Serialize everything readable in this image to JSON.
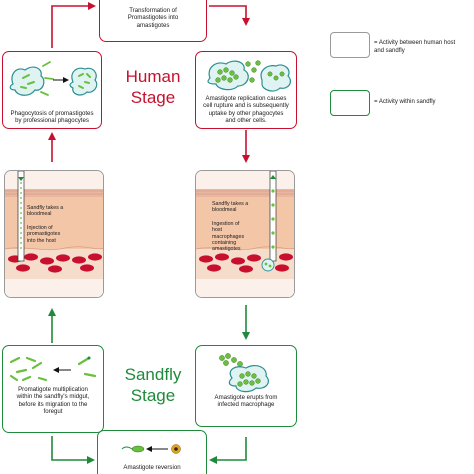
{
  "colors": {
    "human": "#c8102e",
    "sandfly": "#1f8a3b",
    "legend_gray": "#9a9a9a",
    "parasite": "#6abf3e",
    "cell_fill": "#dff3f3",
    "cell_border": "#2c8f8f",
    "skin": "#f3c6a8",
    "blood": "#c8102e"
  },
  "stages": {
    "human": "Human\nStage",
    "sandfly": "Sandfly\nStage"
  },
  "boxes": {
    "transformation": "Transformation of\nPromastigotes into\namastigotes",
    "phagocytosis": "Phagocytosis of promastigotes\nby professional phagocytes",
    "replication": "Amastigote replication causes\ncell rupture and is subsequently\nuptake by other phagocytes\nand other cells.",
    "multiplication": "Promatigote multiplication\nwithin the sandfly's midgut,\nbefore its migration to the\nforegut",
    "erupts": "Amastigote erupts from\ninfected macrophage",
    "reversion": "Amastigote reversion"
  },
  "panels": {
    "left": {
      "bloodmeal": "Sandfly takes a\nbloodmeal",
      "injection": "Injection of\npromastigotes\ninto the host"
    },
    "right": {
      "bloodmeal": "Sandfly takes a\nbloodmeal",
      "injection": "Ingestion of\nhost\nmacrophages\ncontaining\namastigotes"
    }
  },
  "legend": [
    {
      "label": "= Activity between human host\nand sandfly",
      "kind": "between",
      "color": "#9a9a9a"
    },
    {
      "label": "= Activity within sandfly",
      "kind": "within",
      "color": "#1f8a3b"
    }
  ],
  "icons": [
    "arrow-icon",
    "promastigote-icon",
    "amastigote-icon",
    "macrophage-icon",
    "red-blood-cell-icon",
    "proboscis-icon"
  ]
}
